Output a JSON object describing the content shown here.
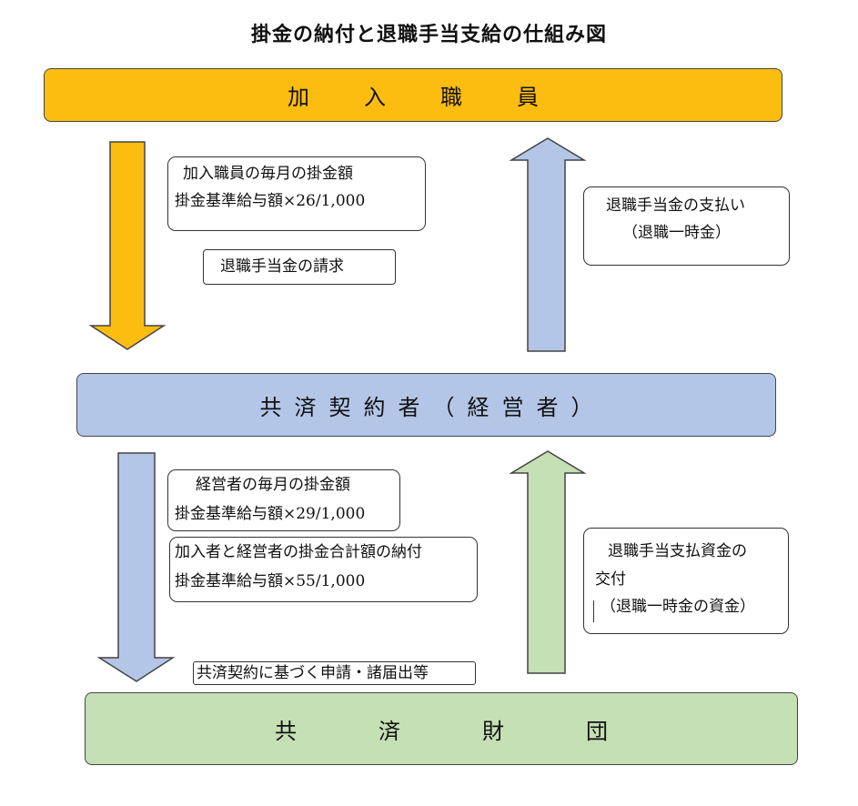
{
  "title": "掛金の納付と退職手当支給の仕組み図",
  "top_bar": "加入職員",
  "middle_bar": "共済契約者（経営者）",
  "bottom_bar": "共済財団",
  "upper_left_box": {
    "line1": "加入職員の毎月の掛金額",
    "line2": "掛金基準給与額×26/1,000"
  },
  "upper_left_label": "退職手当金の請求",
  "upper_right_box": {
    "line1": "退職手当金の支払い",
    "line2": "（退職一時金）"
  },
  "lower_left_box1": {
    "line1": "経営者の毎月の掛金額",
    "line2": "掛金基準給与額×29/1,000"
  },
  "lower_left_box2": {
    "line1": "加入者と経営者の掛金合計額の納付",
    "line2": "掛金基準給与額×55/1,000"
  },
  "lower_left_label": "共済契約に基づく申請・諸届出等",
  "lower_right_box": {
    "line1": "退職手当支払資金の",
    "line2": "交付",
    "line3": "（退職一時金の資金）"
  },
  "colors": {
    "orange": "#fdbd10",
    "blue": "#b4c6e7",
    "green": "#c5e0b4"
  }
}
